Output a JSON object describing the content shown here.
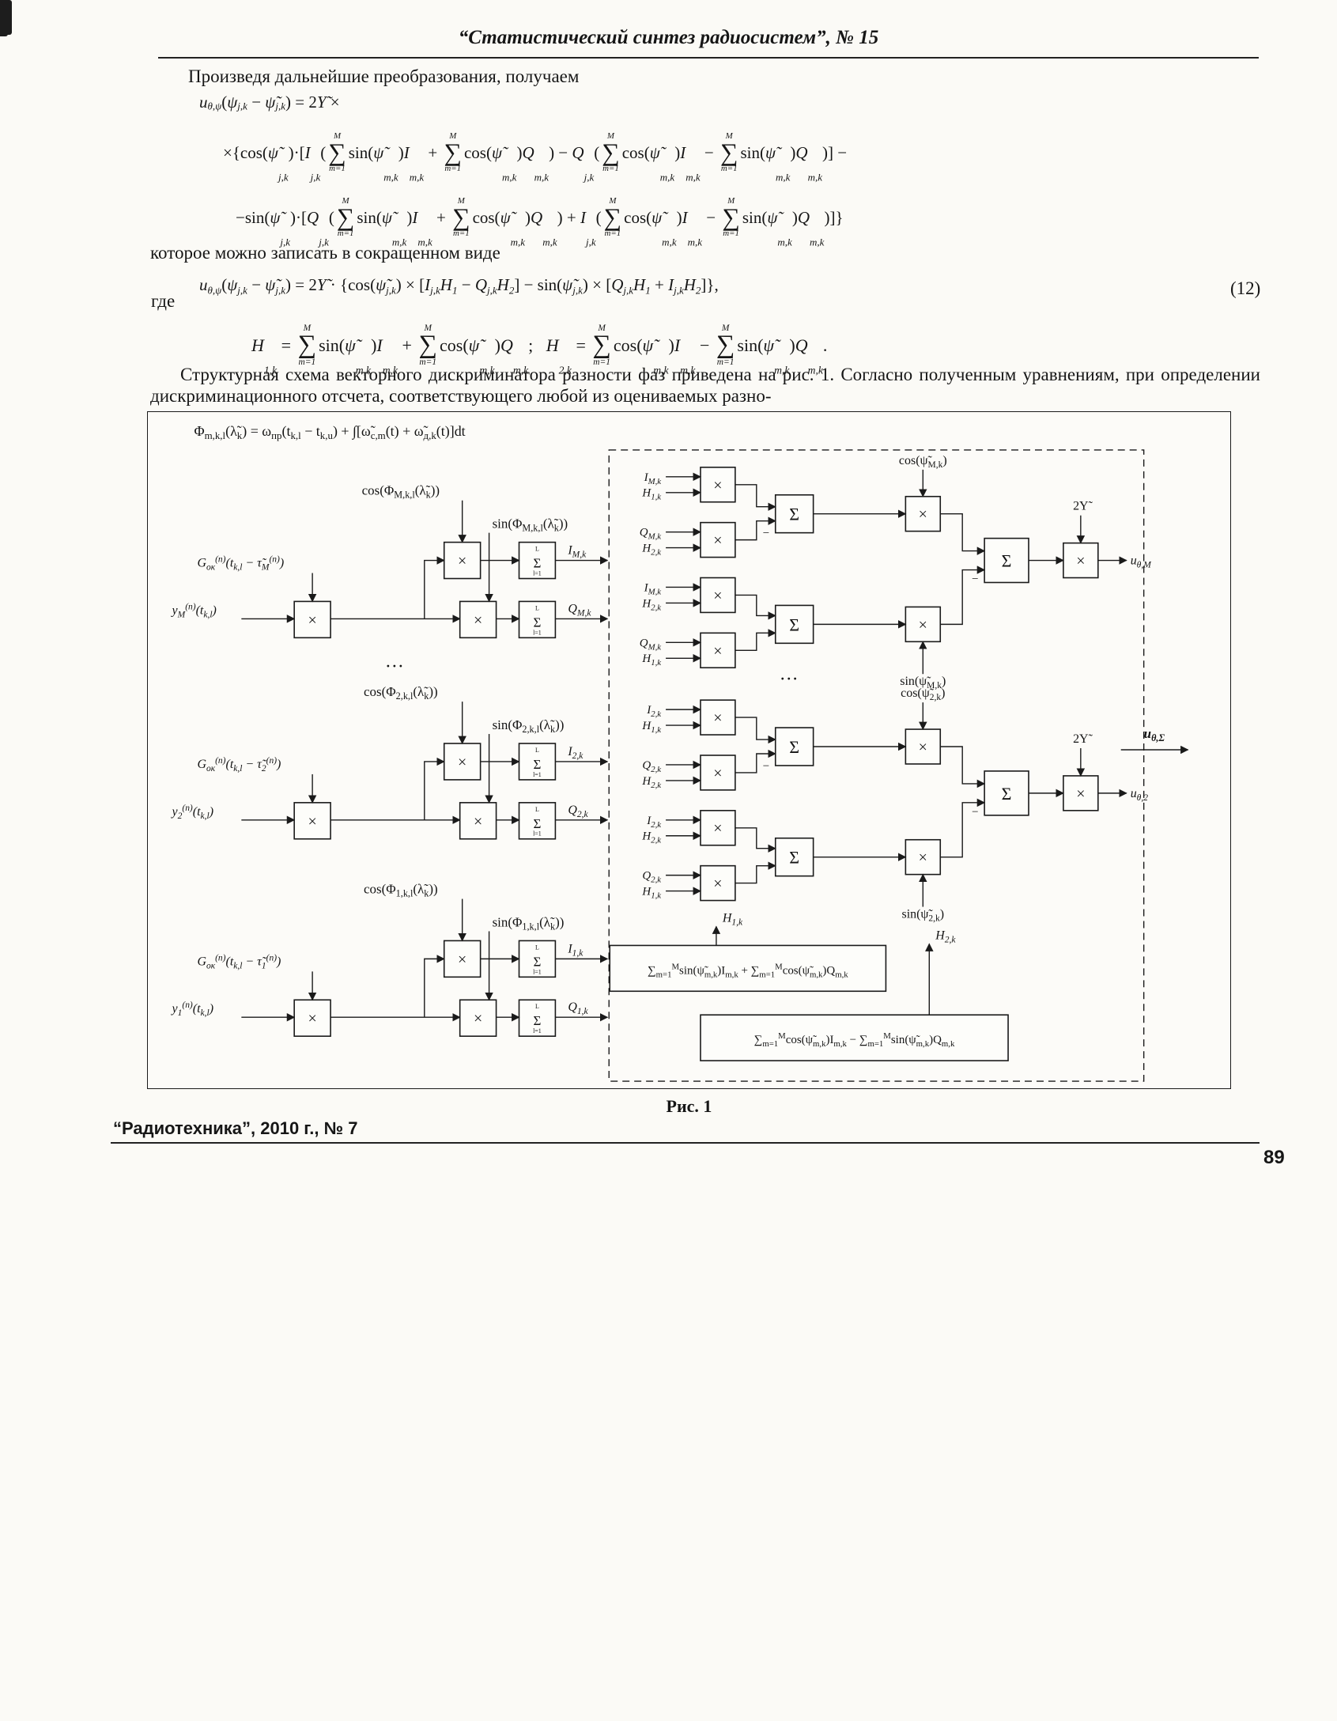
{
  "page": {
    "header_title": "“Статистический синтез радиосистем”, № 15",
    "footer_journal": "“Радиотехника”, 2010 г., № 7",
    "page_number": "89"
  },
  "text": {
    "para_intro": "Произведя дальнейшие преобразования, получаем",
    "para_short_form": "которое можно записать в сокращенном виде",
    "where_label": "где",
    "eq_number": "(12)",
    "para_structure": "Структурная схема векторного дискриминатора разности фаз приведена на рис. 1. Согласно полученным уравнениям, при определении дискриминационного отсчета, соответствующего любой из оцениваемых разно-",
    "figure_caption": "Рис. 1"
  },
  "equations": {
    "main_line1": [
      {
        "v": "u"
      },
      {
        "s": "θ,ψ"
      },
      {
        "t": "("
      },
      {
        "v": "ψ"
      },
      {
        "s": "j,k"
      },
      {
        "t": " − "
      },
      {
        "v": "ψ̃"
      },
      {
        "s": "j,k"
      },
      {
        "t": ") = 2"
      },
      {
        "v": "Υ̃"
      },
      {
        "t": " ×"
      }
    ],
    "main_line2": [
      {
        "t": "×{cos("
      },
      {
        "v": "ψ̃"
      },
      {
        "s": "j,k"
      },
      {
        "t": ")·["
      },
      {
        "v": "I"
      },
      {
        "s": "j,k"
      },
      {
        "t": "("
      },
      {
        "S": [
          "M",
          "m=1"
        ]
      },
      {
        "t": "sin("
      },
      {
        "v": "ψ̃"
      },
      {
        "s": "m,k"
      },
      {
        "t": ")"
      },
      {
        "v": "I"
      },
      {
        "s": "m,k"
      },
      {
        "t": " + "
      },
      {
        "S": [
          "M",
          "m=1"
        ]
      },
      {
        "t": "cos("
      },
      {
        "v": "ψ̃"
      },
      {
        "s": "m,k"
      },
      {
        "t": ")"
      },
      {
        "v": "Q"
      },
      {
        "s": "m,k"
      },
      {
        "t": ") − "
      },
      {
        "v": "Q"
      },
      {
        "s": "j,k"
      },
      {
        "t": "("
      },
      {
        "S": [
          "M",
          "m=1"
        ]
      },
      {
        "t": "cos("
      },
      {
        "v": "ψ̃"
      },
      {
        "s": "m,k"
      },
      {
        "t": ")"
      },
      {
        "v": "I"
      },
      {
        "s": "m,k"
      },
      {
        "t": " − "
      },
      {
        "S": [
          "M",
          "m=1"
        ]
      },
      {
        "t": "sin("
      },
      {
        "v": "ψ̃"
      },
      {
        "s": "m,k"
      },
      {
        "t": ")"
      },
      {
        "v": "Q"
      },
      {
        "s": "m,k"
      },
      {
        "t": ")] −"
      }
    ],
    "main_line3": [
      {
        "t": "−sin("
      },
      {
        "v": "ψ̃"
      },
      {
        "s": "j,k"
      },
      {
        "t": ")·["
      },
      {
        "v": "Q"
      },
      {
        "s": "j,k"
      },
      {
        "t": "("
      },
      {
        "S": [
          "M",
          "m=1"
        ]
      },
      {
        "t": "sin("
      },
      {
        "v": "ψ̃"
      },
      {
        "s": "m,k"
      },
      {
        "t": ")"
      },
      {
        "v": "I"
      },
      {
        "s": "m,k"
      },
      {
        "t": " + "
      },
      {
        "S": [
          "M",
          "m=1"
        ]
      },
      {
        "t": "cos("
      },
      {
        "v": "ψ̃"
      },
      {
        "s": "m,k"
      },
      {
        "t": ")"
      },
      {
        "v": "Q"
      },
      {
        "s": "m,k"
      },
      {
        "t": ") + "
      },
      {
        "v": "I"
      },
      {
        "s": "j,k"
      },
      {
        "t": "("
      },
      {
        "S": [
          "M",
          "m=1"
        ]
      },
      {
        "t": "cos("
      },
      {
        "v": "ψ̃"
      },
      {
        "s": "m,k"
      },
      {
        "t": ")"
      },
      {
        "v": "I"
      },
      {
        "s": "m,k"
      },
      {
        "t": " − "
      },
      {
        "S": [
          "M",
          "m=1"
        ]
      },
      {
        "t": "sin("
      },
      {
        "v": "ψ̃"
      },
      {
        "s": "m,k"
      },
      {
        "t": ")"
      },
      {
        "v": "Q"
      },
      {
        "s": "m,k"
      },
      {
        "t": ")]}"
      }
    ],
    "short_form": [
      {
        "v": "u"
      },
      {
        "s": "θ,ψ"
      },
      {
        "t": "("
      },
      {
        "v": "ψ"
      },
      {
        "s": "j,k"
      },
      {
        "t": " − "
      },
      {
        "v": "ψ̃"
      },
      {
        "s": "j,k"
      },
      {
        "t": ") = 2"
      },
      {
        "v": "Υ̃"
      },
      {
        "t": " · {cos("
      },
      {
        "v": "ψ̃"
      },
      {
        "s": "j,k"
      },
      {
        "t": ") × ["
      },
      {
        "v": "I"
      },
      {
        "s": "j,k"
      },
      {
        "v": "H"
      },
      {
        "s": "1"
      },
      {
        "t": " − "
      },
      {
        "v": "Q"
      },
      {
        "s": "j,k"
      },
      {
        "v": "H"
      },
      {
        "s": "2"
      },
      {
        "t": "] − sin("
      },
      {
        "v": "ψ̃"
      },
      {
        "s": "j,k"
      },
      {
        "t": ") × ["
      },
      {
        "v": "Q"
      },
      {
        "s": "j,k"
      },
      {
        "v": "H"
      },
      {
        "s": "1"
      },
      {
        "t": " + "
      },
      {
        "v": "I"
      },
      {
        "s": "j,k"
      },
      {
        "v": "H"
      },
      {
        "s": "2"
      },
      {
        "t": "]},"
      }
    ],
    "h_definitions": [
      {
        "v": "H"
      },
      {
        "s": "1,k"
      },
      {
        "t": " = "
      },
      {
        "S": [
          "M",
          "m=1"
        ]
      },
      {
        "t": "sin("
      },
      {
        "v": "ψ̃"
      },
      {
        "s": "m,k"
      },
      {
        "t": ")"
      },
      {
        "v": "I"
      },
      {
        "s": "m,k"
      },
      {
        "t": " + "
      },
      {
        "S": [
          "M",
          "m=1"
        ]
      },
      {
        "t": "cos("
      },
      {
        "v": "ψ̃"
      },
      {
        "s": "m,k"
      },
      {
        "t": ")"
      },
      {
        "v": "Q"
      },
      {
        "s": "m,k"
      },
      {
        "t": ";   "
      },
      {
        "v": "H"
      },
      {
        "s": "2,k"
      },
      {
        "t": " = "
      },
      {
        "S": [
          "M",
          "m=1"
        ]
      },
      {
        "t": "cos("
      },
      {
        "v": "ψ̃"
      },
      {
        "s": "m,k"
      },
      {
        "t": ")"
      },
      {
        "v": "I"
      },
      {
        "s": "m,k"
      },
      {
        "t": " − "
      },
      {
        "S": [
          "M",
          "m=1"
        ]
      },
      {
        "t": "sin("
      },
      {
        "v": "ψ̃"
      },
      {
        "s": "m,k"
      },
      {
        "t": ")"
      },
      {
        "v": "Q"
      },
      {
        "s": "m,k"
      },
      {
        "t": "."
      }
    ]
  },
  "diagram": {
    "top_formula": "Φ_{m,k,l}(λ̃_{k}) = ω_{пр}(t_{k,l} − t_{k,u}) + ∫[ω̃_{с,m}(t) + ω̃_{д,k}(t)]dt",
    "operators": {
      "times": "×",
      "sigma": "Σ",
      "sum_glyph": "∑",
      "sigma_top": "L",
      "sigma_bot": "l=1",
      "minus": "−",
      "dots": "···"
    },
    "channels": [
      {
        "cos": "cos(Φ_{M,k,l}(λ̃_{k}))",
        "sin": "sin(Φ_{M,k,l}(λ̃_{k}))",
        "g": "G_{ок}^{(п)}(t_{k,l} − τ̃_{M}^{(п)})",
        "y": "y_{M}^{(п)}(t_{k,l})",
        "i_out": "I_{M,k}",
        "q_out": "Q_{M,k}"
      },
      {
        "cos": "cos(Φ_{2,k,l}(λ̃_{k}))",
        "sin": "sin(Φ_{2,k,l}(λ̃_{k}))",
        "g": "G_{ок}^{(п)}(t_{k,l} − τ̃_{2}^{(п)})",
        "y": "y_{2}^{(п)}(t_{k,l})",
        "i_out": "I_{2,k}",
        "q_out": "Q_{2,k}"
      },
      {
        "cos": "cos(Φ_{1,k,l}(λ̃_{k}))",
        "sin": "sin(Φ_{1,k,l}(λ̃_{k}))",
        "g": "G_{ок}^{(п)}(t_{k,l} − τ̃_{1}^{(п)})",
        "y": "y_{1}^{(п)}(t_{k,l})",
        "i_out": "I_{1,k}",
        "q_out": "Q_{1,k}"
      }
    ],
    "groups": [
      {
        "inputs": [
          "I_{M,k}",
          "H_{1,k}",
          "Q_{M,k}",
          "H_{2,k}",
          "I_{M,k}",
          "H_{2,k}",
          "Q_{M,k}",
          "H_{1,k}"
        ],
        "cos": "cos(ψ̃_{M,k})",
        "sin": "sin(ψ̃_{M,k})",
        "gain": "2Υ̃",
        "out": "u_{θ,M}"
      },
      {
        "inputs": [
          "I_{2,k}",
          "H_{1,k}",
          "Q_{2,k}",
          "H_{2,k}",
          "I_{2,k}",
          "H_{2,k}",
          "Q_{2,k}",
          "H_{1,k}"
        ],
        "cos": "cos(ψ̃_{2,k})",
        "sin": "sin(ψ̃_{2,k})",
        "gain": "2Υ̃",
        "out": "u_{θ,2}"
      }
    ],
    "h1_label": "H_{1,k}",
    "h2_label": "H_{2,k}",
    "h1_formula": "∑_{m=1}^{M}sin(ψ̃_{m,k})I_{m,k} + ∑_{m=1}^{M}cos(ψ̃_{m,k})Q_{m,k}",
    "h2_formula": "∑_{m=1}^{M}cos(ψ̃_{m,k})I_{m,k} − ∑_{m=1}^{M}sin(ψ̃_{m,k})Q_{m,k}",
    "sum_out": "u_{θ,Σ}"
  }
}
